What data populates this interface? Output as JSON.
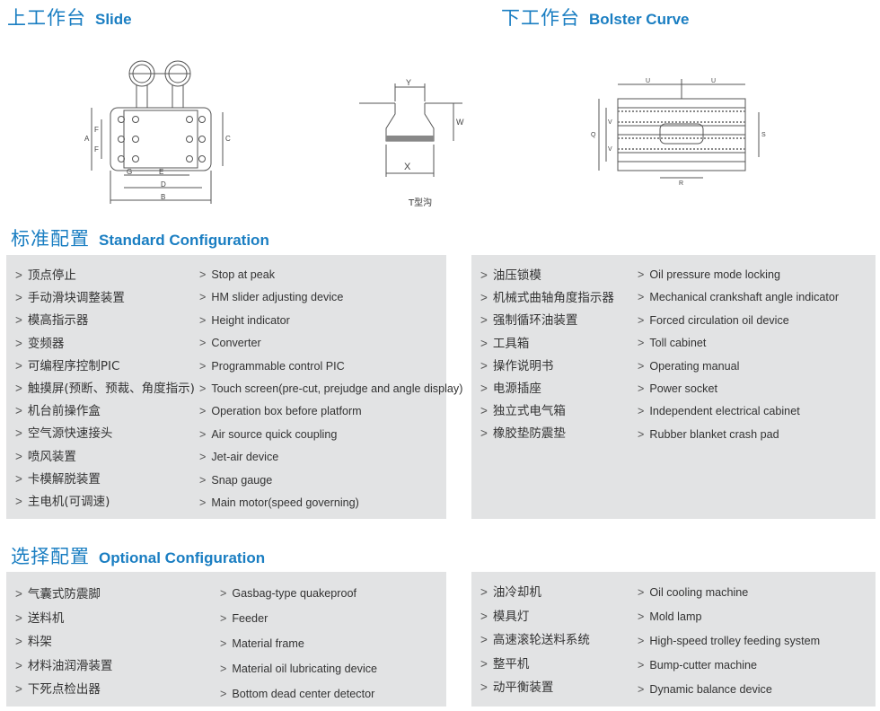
{
  "header": {
    "slide_cn": "上工作台",
    "slide_en": "Slide",
    "bolster_cn": "下工作台",
    "bolster_en": "Bolster Curve"
  },
  "diagrams": {
    "slide_labels": [
      "A",
      "F",
      "F",
      "C",
      "G",
      "E",
      "D",
      "B"
    ],
    "tslot_labels": [
      "Y",
      "W",
      "X"
    ],
    "tslot_caption": "T型沟",
    "bolster_labels": [
      "U",
      "U",
      "V",
      "V",
      "Q",
      "S",
      "R"
    ]
  },
  "standard": {
    "title_cn": "标准配置",
    "title_en": "Standard Configuration",
    "left_cn": [
      "顶点停止",
      "手动滑块调整装置",
      "模高指示器",
      "变频器",
      "可编程序控制PIC",
      "触摸屏(预断、预裁、角度指示)",
      "机台前操作盒",
      "空气源快速接头",
      "喷风装置",
      "卡模解脱装置",
      "主电机(可调速)"
    ],
    "left_en": [
      "Stop at peak",
      "HM slider adjusting device",
      "Height indicator",
      "Converter",
      "Programmable control PIC",
      "Touch screen(pre-cut, prejudge and angle display)",
      "Operation box before platform",
      "Air source quick coupling",
      "Jet-air device",
      "Snap gauge",
      "Main motor(speed governing)"
    ],
    "right_cn": [
      "油压锁模",
      "机械式曲轴角度指示器",
      "强制循环油装置",
      "工具箱",
      "操作说明书",
      "电源插座",
      "独立式电气箱",
      "橡胶垫防震垫"
    ],
    "right_en": [
      "Oil pressure mode locking",
      "Mechanical crankshaft angle indicator",
      "Forced circulation oil device",
      "Toll cabinet",
      "Operating manual",
      "Power socket",
      "Independent electrical cabinet",
      "Rubber blanket crash pad"
    ]
  },
  "optional": {
    "title_cn": "选择配置",
    "title_en": "Optional Configuration",
    "left_cn": [
      "气囊式防震脚",
      "送料机",
      "料架",
      "材料油润滑装置",
      "下死点检出器"
    ],
    "left_en": [
      "Gasbag-type quakeproof",
      "Feeder",
      "Material frame",
      "Material oil lubricating device",
      "Bottom dead center detector"
    ],
    "right_cn": [
      "油冷却机",
      "模具灯",
      "高速滚轮送料系统",
      "整平机",
      "动平衡装置"
    ],
    "right_en": [
      "Oil cooling machine",
      "Mold lamp",
      "High-speed trolley feeding system",
      "Bump-cutter machine",
      "Dynamic balance device"
    ]
  },
  "marker": ">"
}
